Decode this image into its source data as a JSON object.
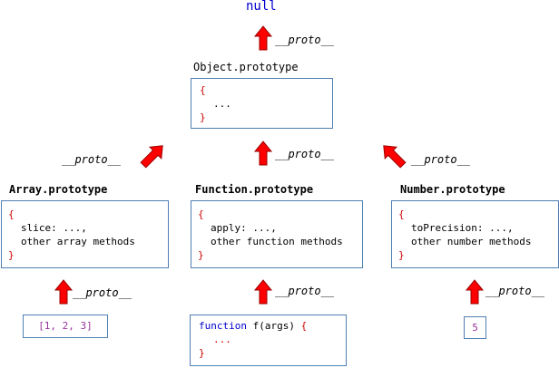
{
  "null_label": "null",
  "proto_label": "__proto__",
  "object_prototype": {
    "title": "Object.prototype",
    "open": "{",
    "body": "...",
    "close": "}"
  },
  "array_prototype": {
    "title": "Array.prototype",
    "open": "{",
    "line1": "slice: ...,",
    "line2": "other array methods",
    "close": "}"
  },
  "function_prototype": {
    "title": "Function.prototype",
    "open": "{",
    "line1": "apply: ...,",
    "line2": "other function methods",
    "close": "}"
  },
  "number_prototype": {
    "title": "Number.prototype",
    "open": "{",
    "line1": "toPrecision: ...,",
    "line2": "other number methods",
    "close": "}"
  },
  "array_literal": "[1, 2, 3]",
  "function_code": {
    "keyword": "function",
    "signature": " f(args) ",
    "open": "{",
    "body": "...",
    "close": "}"
  },
  "number_literal": "5",
  "colors": {
    "arrow_fill": "#ff0000",
    "arrow_stroke": "#990000",
    "box_border": "#4f7fb3",
    "brace": "#cc0000",
    "keyword": "#0000cc",
    "literal": "#993399"
  }
}
